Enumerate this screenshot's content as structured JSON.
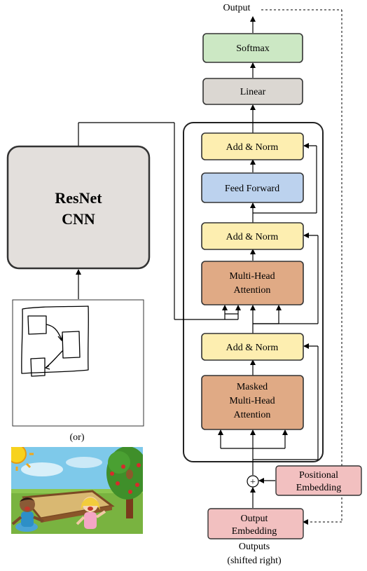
{
  "blocks": {
    "output_label": "Output",
    "softmax": "Softmax",
    "linear": "Linear",
    "add_norm_top": "Add & Norm",
    "feed_forward": "Feed Forward",
    "add_norm_mid": "Add & Norm",
    "cross_attention_line1": "Multi-Head",
    "cross_attention_line2": "Attention",
    "add_norm_bottom": "Add & Norm",
    "masked_attention_line1": "Masked",
    "masked_attention_line2": "Multi-Head",
    "masked_attention_line3": "Attention",
    "positional_line1": "Positional",
    "positional_line2": "Embedding",
    "output_embedding_line1": "Output",
    "output_embedding_line2": "Embedding",
    "outputs_line1": "Outputs",
    "outputs_line2": "(shifted right)",
    "plus_symbol": "+"
  },
  "encoder": {
    "line1": "ResNet",
    "line2": "CNN",
    "or_label": "(or)"
  },
  "colors": {
    "softmax": "#cce8c4",
    "linear": "#dbd7d2",
    "add_norm": "#fdeeb0",
    "feed_forward": "#bcd2ee",
    "attention": "#e0aa85",
    "embedding": "#f2c0c0",
    "resnet": "#e3dfdc",
    "sky": "#7ec9ea",
    "grass": "#79b340"
  }
}
